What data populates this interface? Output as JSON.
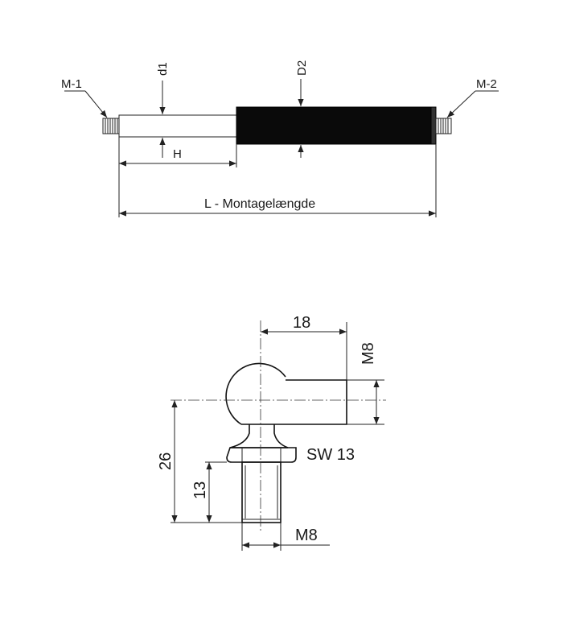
{
  "gas_spring": {
    "labels": {
      "m1": "M-1",
      "m2": "M-2",
      "d1": "d1",
      "d2": "D2",
      "h": "H",
      "length": "L - Montagelængde"
    },
    "colors": {
      "cylinder": "#0a0a0a",
      "line": "#222222"
    }
  },
  "ball_joint": {
    "labels": {
      "width_18": "18",
      "m8_side": "M8",
      "height_26": "26",
      "height_13": "13",
      "sw13": "SW 13",
      "m8_bottom": "M8"
    }
  }
}
